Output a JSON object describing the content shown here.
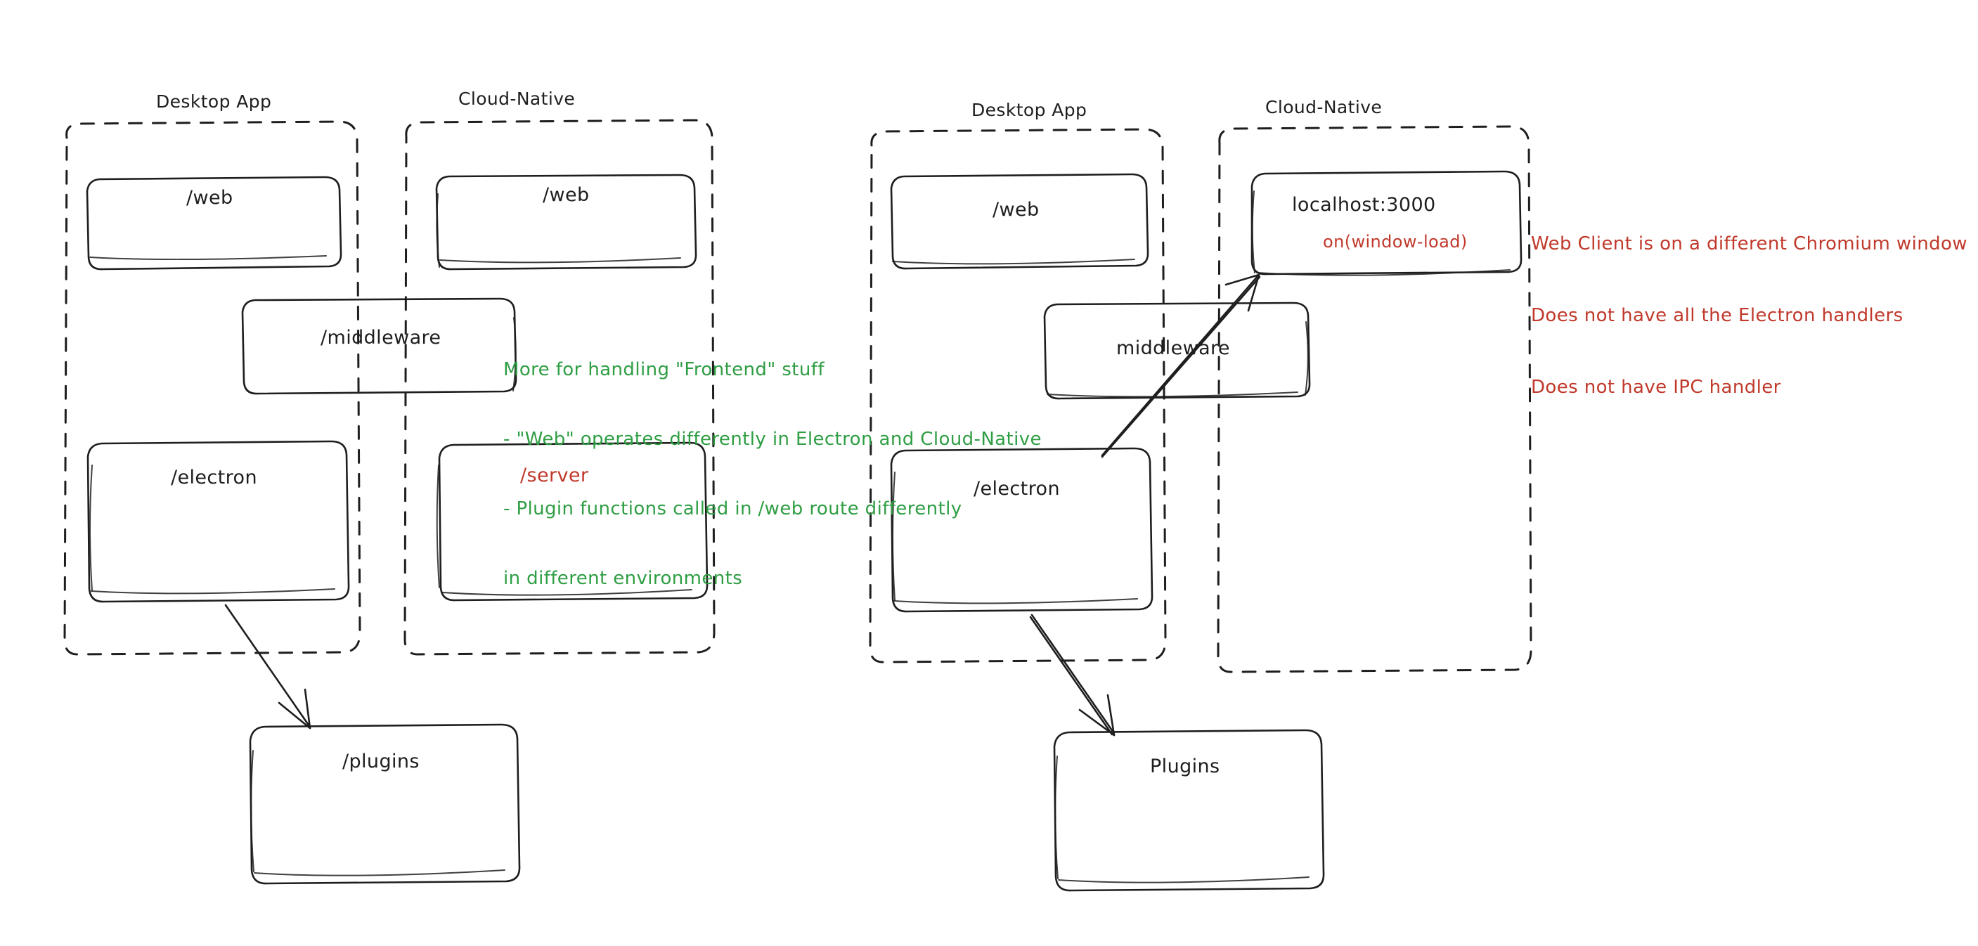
{
  "diagram": {
    "title": "Electron vs Cloud-Native architecture sketch",
    "style": "hand-drawn",
    "colors": {
      "stroke": "#1e1e1e",
      "green": "#2f9e44",
      "red": "#c0392b",
      "background": "#ffffff"
    }
  },
  "left_diagram": {
    "groups": [
      {
        "id": "left-desktop",
        "label": "Desktop App"
      },
      {
        "id": "left-cloud",
        "label": "Cloud-Native"
      }
    ],
    "boxes": [
      {
        "id": "left-desktop-web",
        "label": "/web",
        "color": "#1e1e1e"
      },
      {
        "id": "left-cloud-web",
        "label": "/web",
        "color": "#1e1e1e"
      },
      {
        "id": "left-middleware",
        "label": "/middleware",
        "color": "#1e1e1e"
      },
      {
        "id": "left-electron",
        "label": "/electron",
        "color": "#1e1e1e"
      },
      {
        "id": "left-server",
        "label": "/server",
        "color": "#c0392b"
      },
      {
        "id": "left-plugins",
        "label": "/plugins",
        "color": "#1e1e1e"
      }
    ],
    "arrows": [
      {
        "id": "left-electron-to-plugins",
        "from": "/electron",
        "to": "/plugins"
      }
    ],
    "note": {
      "color": "#2f9e44",
      "lines": [
        "More for handling \"Frontend\" stuff",
        "- \"Web\" operates differently in Electron and Cloud-Native",
        "- Plugin functions called in /web route differently",
        "in different environments"
      ]
    }
  },
  "right_diagram": {
    "groups": [
      {
        "id": "right-desktop",
        "label": "Desktop App"
      },
      {
        "id": "right-cloud",
        "label": "Cloud-Native"
      }
    ],
    "boxes": [
      {
        "id": "right-desktop-web",
        "label": "/web",
        "color": "#1e1e1e"
      },
      {
        "id": "right-localhost",
        "label": "localhost:3000",
        "sublabel": "on(window-load)",
        "color": "#1e1e1e",
        "sublabel_color": "#c0392b"
      },
      {
        "id": "right-middleware",
        "label": "middleware",
        "color": "#1e1e1e"
      },
      {
        "id": "right-electron",
        "label": "/electron",
        "color": "#1e1e1e"
      },
      {
        "id": "right-plugins",
        "label": "Plugins",
        "color": "#1e1e1e"
      }
    ],
    "arrows": [
      {
        "id": "right-electron-to-localhost",
        "from": "/electron",
        "to": "localhost:3000"
      },
      {
        "id": "right-electron-to-plugins",
        "from": "/electron",
        "to": "Plugins"
      }
    ],
    "note": {
      "color": "#c0392b",
      "lines": [
        "Web Client is on a different Chromium window",
        "Does not have all the Electron handlers",
        "Does not have IPC handler"
      ]
    }
  }
}
